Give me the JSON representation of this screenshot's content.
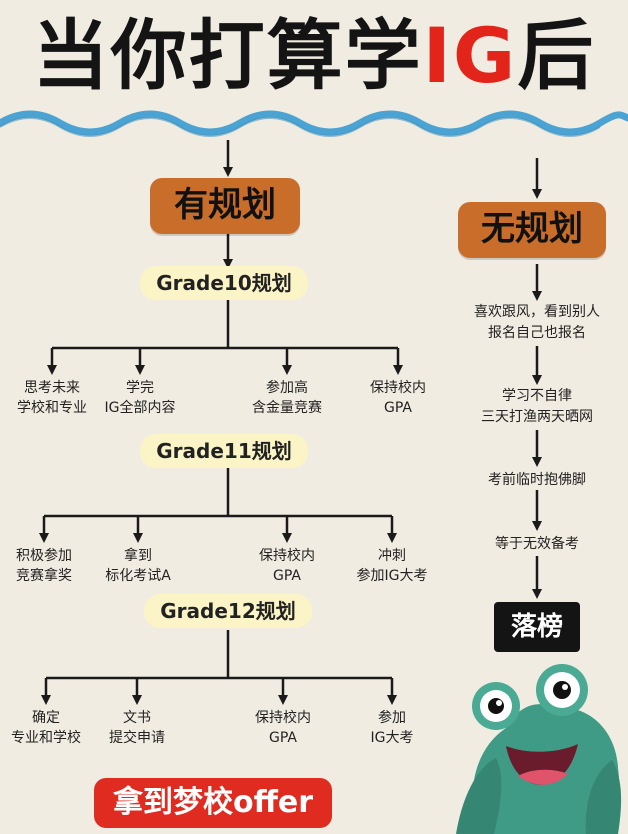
{
  "title": {
    "prefix": "当你打算学",
    "accent": "IG",
    "suffix": "后"
  },
  "left": {
    "label": "有规划",
    "grades": [
      {
        "label": "Grade10规划",
        "items": [
          [
            "思考未来",
            "学校和专业"
          ],
          [
            "学完",
            "IG全部内容"
          ],
          [
            "参加高",
            "含金量竞赛"
          ],
          [
            "保持校内",
            "GPA"
          ]
        ]
      },
      {
        "label": "Grade11规划",
        "items": [
          [
            "积极参加",
            "竞赛拿奖"
          ],
          [
            "拿到",
            "标化考试A"
          ],
          [
            "保持校内",
            "GPA"
          ],
          [
            "冲刺",
            "参加IG大考"
          ]
        ]
      },
      {
        "label": "Grade12规划",
        "items": [
          [
            "确定",
            "专业和学校"
          ],
          [
            "文书",
            "提交申请"
          ],
          [
            "保持校内",
            "GPA"
          ],
          [
            "参加",
            "IG大考"
          ]
        ]
      }
    ],
    "outcome": "拿到梦校offer"
  },
  "right": {
    "label": "无规划",
    "steps": [
      [
        "喜欢跟风，看到别人",
        "报名自己也报名"
      ],
      [
        "学习不自律",
        "三天打渔两天晒网"
      ],
      [
        "考前临时抱佛脚"
      ],
      [
        "等于无效备考"
      ]
    ],
    "outcome": "落榜"
  },
  "colors": {
    "background": "#f1ece1",
    "plan_box": "#c96d2a",
    "grade_pill": "#fbf4c6",
    "accent_red": "#e3241b",
    "wave": "#4aa3d3",
    "frog": "#3f9a86"
  }
}
